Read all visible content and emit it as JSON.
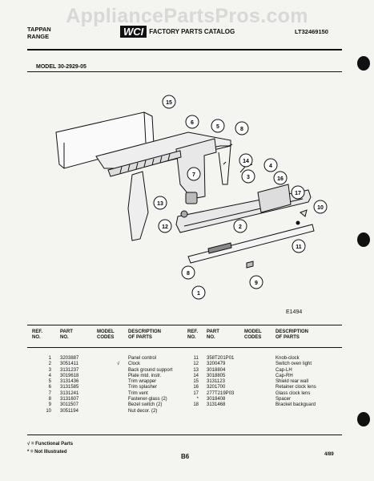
{
  "watermark": "AppliancePartsPros.com",
  "header": {
    "brand": "TAPPAN",
    "product": "RANGE",
    "logo_text": "WCI",
    "catalog": "FACTORY PARTS CATALOG",
    "doc_number": "LT32469150",
    "model": "MODEL 30-2929-05"
  },
  "figure_id": "E1494",
  "columns": {
    "ref1": "REF.",
    "ref2": "NO.",
    "part1": "PART",
    "part2": "NO.",
    "model1": "MODEL",
    "model2": "CODES",
    "desc1": "DESCRIPTION",
    "desc2": "OF PARTS"
  },
  "left_parts": [
    {
      "ref": "1",
      "part": "3203887",
      "code": "",
      "desc": "Panel control"
    },
    {
      "ref": "2",
      "part": "3051411",
      "code": "√",
      "desc": "Clock"
    },
    {
      "ref": "3",
      "part": "3131237",
      "code": "",
      "desc": "Back ground support"
    },
    {
      "ref": "4",
      "part": "3019618",
      "code": "",
      "desc": "Plate mtd. instr."
    },
    {
      "ref": "5",
      "part": "3131436",
      "code": "",
      "desc": "Trim wrapper"
    },
    {
      "ref": "6",
      "part": "3131585",
      "code": "",
      "desc": "Trim splasher"
    },
    {
      "ref": "7",
      "part": "3131241",
      "code": "",
      "desc": "Trim vent"
    },
    {
      "ref": "8",
      "part": "3131607",
      "code": "",
      "desc": "Fastener-glass (2)"
    },
    {
      "ref": "9",
      "part": "3011507",
      "code": "",
      "desc": "Bezel switch (2)"
    },
    {
      "ref": "10",
      "part": "3051194",
      "code": "",
      "desc": "Nut decor. (2)"
    }
  ],
  "right_parts": [
    {
      "ref": "11",
      "part": "358T201P01",
      "desc": "Knob-clock"
    },
    {
      "ref": "12",
      "part": "3200479",
      "desc": "Switch oven light"
    },
    {
      "ref": "13",
      "part": "3018804",
      "desc": "Cap-LH"
    },
    {
      "ref": "14",
      "part": "3018805",
      "desc": "Cap-RH"
    },
    {
      "ref": "15",
      "part": "3131123",
      "desc": "Shield rear wall"
    },
    {
      "ref": "16",
      "part": "3201700",
      "desc": "Retainer clock lens"
    },
    {
      "ref": "17",
      "part": "277T219P03",
      "desc": "Glass clock lens"
    },
    {
      "ref": "*",
      "part": "3018408",
      "desc": "Spacer"
    },
    {
      "ref": "18",
      "part": "3131468",
      "desc": "Bracket backguard"
    }
  ],
  "footer": {
    "functional": "√ = Functional Parts",
    "not_illustrated": "* = Not Illustrated",
    "page": "B6",
    "date": "4/89"
  }
}
